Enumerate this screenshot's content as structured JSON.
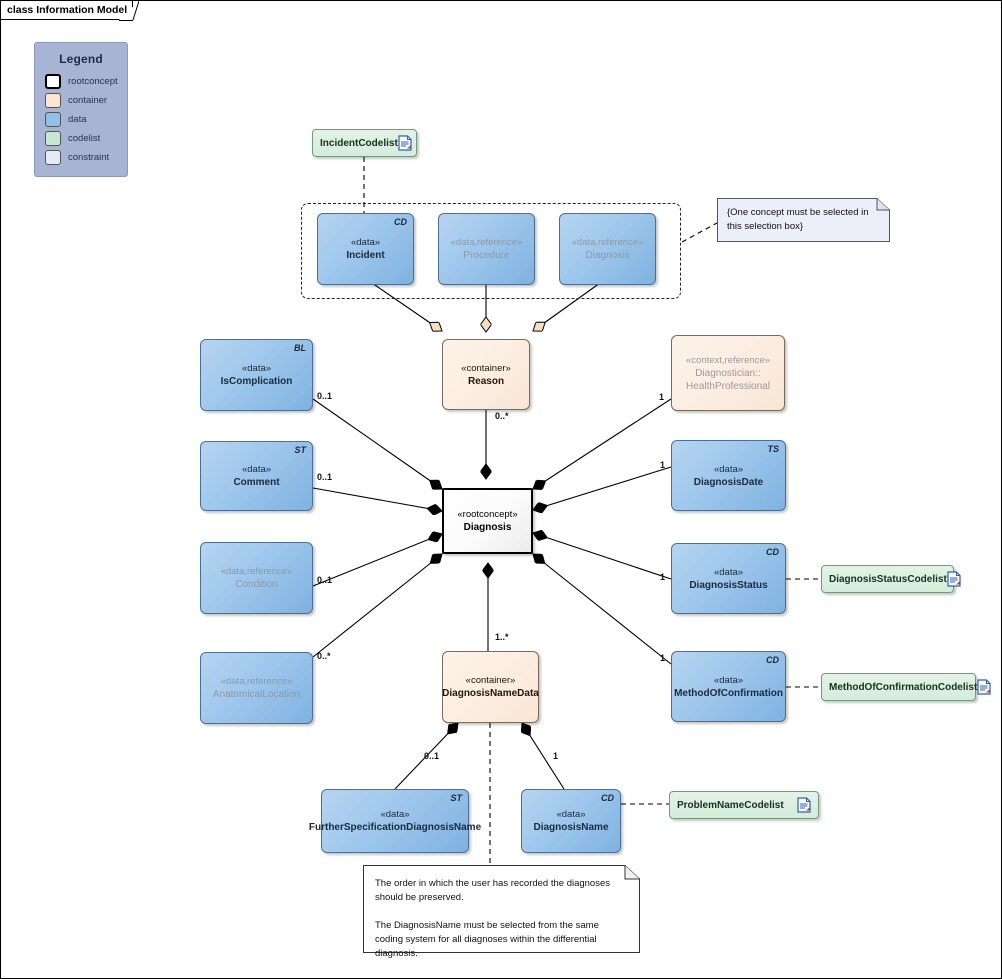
{
  "frame": {
    "title": "class Information Model"
  },
  "legend": {
    "title": "Legend",
    "items": [
      {
        "label": "rootconcept",
        "color": "#ffffff"
      },
      {
        "label": "container",
        "color": "#fbe6d4"
      },
      {
        "label": "data",
        "color": "#8fc0e8"
      },
      {
        "label": "codelist",
        "color": "#c7e7d0"
      },
      {
        "label": "constraint",
        "color": "#e7e9f7"
      }
    ]
  },
  "nodes": {
    "incident_codelist": {
      "name": "IncidentCodelist",
      "kind": "codelist",
      "icon": "document-icon"
    },
    "incident": {
      "stereotype": "«data»",
      "name": "Incident",
      "type": "CD",
      "kind": "data"
    },
    "procedure": {
      "stereotype": "«data,reference»",
      "name": "Procedure",
      "type": "",
      "kind": "data-reference"
    },
    "diagnosis_ref": {
      "stereotype": "«data,reference»",
      "name": "Diagnosis",
      "type": "",
      "kind": "data-reference"
    },
    "reason": {
      "stereotype": "«container»",
      "name": "Reason",
      "type": "",
      "kind": "container"
    },
    "diagnostician": {
      "stereotype": "«context,reference»",
      "name": "Diagnostician::",
      "name2": "HealthProfessional",
      "type": "",
      "kind": "container-reference"
    },
    "iscomplication": {
      "stereotype": "«data»",
      "name": "IsComplication",
      "type": "BL",
      "kind": "data"
    },
    "comment": {
      "stereotype": "«data»",
      "name": "Comment",
      "type": "ST",
      "kind": "data"
    },
    "condition": {
      "stereotype": "«data,reference»",
      "name": "Condition",
      "type": "",
      "kind": "data-reference"
    },
    "anatomicallocation": {
      "stereotype": "«data,reference»",
      "name": "AnatomicalLocation",
      "type": "",
      "kind": "data-reference"
    },
    "diagnosis": {
      "stereotype": "«rootconcept»",
      "name": "Diagnosis",
      "type": "",
      "kind": "rootconcept"
    },
    "diagnosisdate": {
      "stereotype": "«data»",
      "name": "DiagnosisDate",
      "type": "TS",
      "kind": "data"
    },
    "diagnosisstatus": {
      "stereotype": "«data»",
      "name": "DiagnosisStatus",
      "type": "CD",
      "kind": "data"
    },
    "methodofconfirmation": {
      "stereotype": "«data»",
      "name": "MethodOfConfirmation",
      "type": "CD",
      "kind": "data"
    },
    "diagnosisnamedata": {
      "stereotype": "«container»",
      "name": "DiagnosisNameData",
      "type": "",
      "kind": "container"
    },
    "furtherspec": {
      "stereotype": "«data»",
      "name": "FurtherSpecificationDiagnosisName",
      "type": "ST",
      "kind": "data"
    },
    "diagnosisname": {
      "stereotype": "«data»",
      "name": "DiagnosisName",
      "type": "CD",
      "kind": "data"
    },
    "diagnosisstatus_codelist": {
      "name": "DiagnosisStatusCodelist",
      "kind": "codelist",
      "icon": "document-icon"
    },
    "methodofconfirmation_codelist": {
      "name": "MethodOfConfirmationCodelist",
      "kind": "codelist",
      "icon": "document-icon"
    },
    "problemname_codelist": {
      "name": "ProblemNameCodelist",
      "kind": "codelist",
      "icon": "document-icon"
    }
  },
  "notes": {
    "selection_constraint": "{One concept must be selected in this selection box}",
    "ordering": "The order in which the user has recorded the diagnoses should be preserved.\n\nThe DiagnosisName must be selected from the same coding system for all diagnoses within the differential diagnosis."
  },
  "multiplicities": {
    "reason_to_diagnosis": "0..*",
    "iscomplication": "0..1",
    "comment": "0..1",
    "condition": "0..1",
    "anatomicallocation": "0..*",
    "diagnostician": "1",
    "diagnosisdate": "1",
    "diagnosisstatus": "1",
    "methodofconfirmation": "1",
    "diagnosisnamedata": "1..*",
    "furtherspec": "0..1",
    "diagnosisname": "1"
  }
}
